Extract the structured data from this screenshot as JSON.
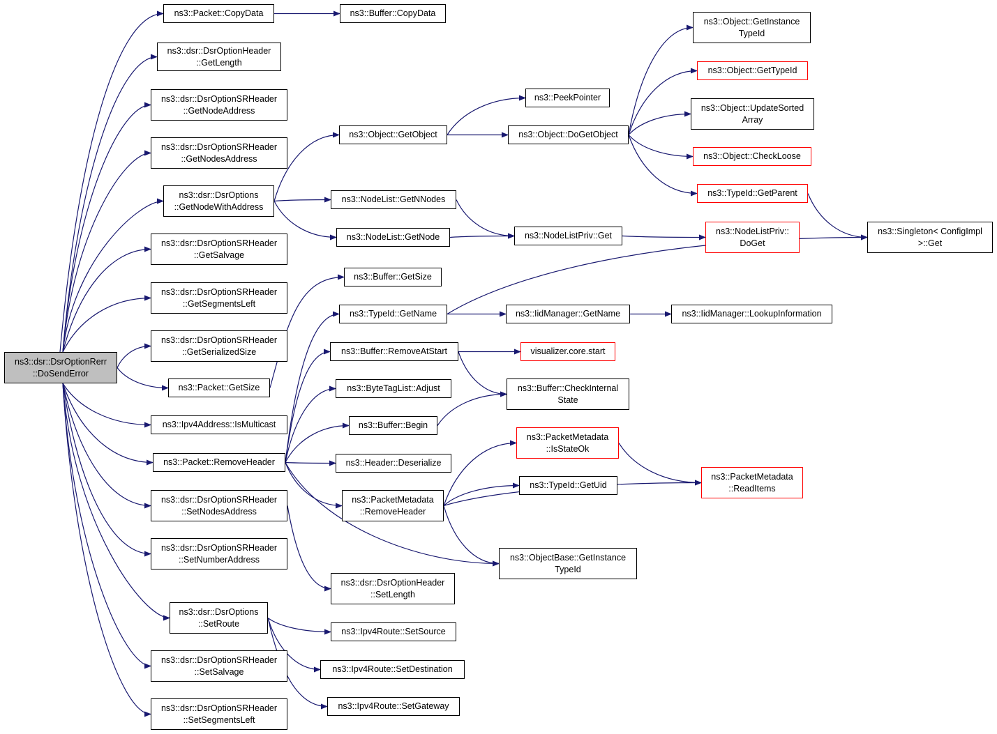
{
  "diagram": {
    "colors": {
      "edge": "#191970",
      "node_border": "#000000",
      "truncated_border": "#ff0000",
      "root_fill": "#bfbfbf"
    },
    "nodes": [
      {
        "id": "root",
        "lines": [
          "ns3::dsr::DsrOptionRerr",
          "::DoSendError"
        ],
        "style": "root"
      },
      {
        "id": "pkt_copydata",
        "lines": [
          "ns3::Packet::CopyData"
        ],
        "style": "normal"
      },
      {
        "id": "buf_copydata",
        "lines": [
          "ns3::Buffer::CopyData"
        ],
        "style": "normal"
      },
      {
        "id": "opt_getlength",
        "lines": [
          "ns3::dsr::DsrOptionHeader",
          "::GetLength"
        ],
        "style": "normal"
      },
      {
        "id": "sr_getnodeaddress",
        "lines": [
          "ns3::dsr::DsrOptionSRHeader",
          "::GetNodeAddress"
        ],
        "style": "normal"
      },
      {
        "id": "sr_getnodesaddress",
        "lines": [
          "ns3::dsr::DsrOptionSRHeader",
          "::GetNodesAddress"
        ],
        "style": "normal"
      },
      {
        "id": "opts_getnodewithaddress",
        "lines": [
          "ns3::dsr::DsrOptions",
          "::GetNodeWithAddress"
        ],
        "style": "normal"
      },
      {
        "id": "sr_getsalvage",
        "lines": [
          "ns3::dsr::DsrOptionSRHeader",
          "::GetSalvage"
        ],
        "style": "normal"
      },
      {
        "id": "sr_getsegmentsleft",
        "lines": [
          "ns3::dsr::DsrOptionSRHeader",
          "::GetSegmentsLeft"
        ],
        "style": "normal"
      },
      {
        "id": "sr_getserializedsize",
        "lines": [
          "ns3::dsr::DsrOptionSRHeader",
          "::GetSerializedSize"
        ],
        "style": "normal"
      },
      {
        "id": "pkt_getsize",
        "lines": [
          "ns3::Packet::GetSize"
        ],
        "style": "normal"
      },
      {
        "id": "ipv4_ismulticast",
        "lines": [
          "ns3::Ipv4Address::IsMulticast"
        ],
        "style": "normal"
      },
      {
        "id": "pkt_removeheader",
        "lines": [
          "ns3::Packet::RemoveHeader"
        ],
        "style": "normal"
      },
      {
        "id": "sr_setnodesaddress",
        "lines": [
          "ns3::dsr::DsrOptionSRHeader",
          "::SetNodesAddress"
        ],
        "style": "normal"
      },
      {
        "id": "sr_setnumberaddress",
        "lines": [
          "ns3::dsr::DsrOptionSRHeader",
          "::SetNumberAddress"
        ],
        "style": "normal"
      },
      {
        "id": "opts_setroute",
        "lines": [
          "ns3::dsr::DsrOptions",
          "::SetRoute"
        ],
        "style": "normal"
      },
      {
        "id": "sr_setsalvage",
        "lines": [
          "ns3::dsr::DsrOptionSRHeader",
          "::SetSalvage"
        ],
        "style": "normal"
      },
      {
        "id": "sr_setsegmentsleft",
        "lines": [
          "ns3::dsr::DsrOptionSRHeader",
          "::SetSegmentsLeft"
        ],
        "style": "normal"
      },
      {
        "id": "obj_getobject",
        "lines": [
          "ns3::Object::GetObject"
        ],
        "style": "normal"
      },
      {
        "id": "peekpointer",
        "lines": [
          "ns3::PeekPointer"
        ],
        "style": "normal"
      },
      {
        "id": "obj_dogetobject",
        "lines": [
          "ns3::Object::DoGetObject"
        ],
        "style": "normal"
      },
      {
        "id": "obj_getinstancetypeid",
        "lines": [
          "ns3::Object::GetInstance",
          "TypeId"
        ],
        "style": "normal"
      },
      {
        "id": "obj_gettypeid",
        "lines": [
          "ns3::Object::GetTypeId"
        ],
        "style": "truncated"
      },
      {
        "id": "obj_updatesortedarray",
        "lines": [
          "ns3::Object::UpdateSorted",
          "Array"
        ],
        "style": "normal"
      },
      {
        "id": "obj_checkloose",
        "lines": [
          "ns3::Object::CheckLoose"
        ],
        "style": "truncated"
      },
      {
        "id": "typeid_getparent",
        "lines": [
          "ns3::TypeId::GetParent"
        ],
        "style": "truncated"
      },
      {
        "id": "singleton_get",
        "lines": [
          "ns3::Singleton< ConfigImpl",
          ">::Get"
        ],
        "style": "normal"
      },
      {
        "id": "nodelist_getnnodes",
        "lines": [
          "ns3::NodeList::GetNNodes"
        ],
        "style": "normal"
      },
      {
        "id": "nodelist_getnode",
        "lines": [
          "ns3::NodeList::GetNode"
        ],
        "style": "normal"
      },
      {
        "id": "nodelistpriv_get",
        "lines": [
          "ns3::NodeListPriv::Get"
        ],
        "style": "normal"
      },
      {
        "id": "nodelistpriv_doget",
        "lines": [
          "ns3::NodeListPriv::",
          "DoGet"
        ],
        "style": "truncated"
      },
      {
        "id": "buf_getsize",
        "lines": [
          "ns3::Buffer::GetSize"
        ],
        "style": "normal"
      },
      {
        "id": "typeid_getname",
        "lines": [
          "ns3::TypeId::GetName"
        ],
        "style": "normal"
      },
      {
        "id": "iidmanager_getname",
        "lines": [
          "ns3::IidManager::GetName"
        ],
        "style": "normal"
      },
      {
        "id": "iidmanager_lookupinformation",
        "lines": [
          "ns3::IidManager::LookupInformation"
        ],
        "style": "normal"
      },
      {
        "id": "buf_removeatstart",
        "lines": [
          "ns3::Buffer::RemoveAtStart"
        ],
        "style": "normal"
      },
      {
        "id": "visualizer_start",
        "lines": [
          "visualizer.core.start"
        ],
        "style": "truncated"
      },
      {
        "id": "bytetaglist_adjust",
        "lines": [
          "ns3::ByteTagList::Adjust"
        ],
        "style": "normal"
      },
      {
        "id": "buf_checkinternalstate",
        "lines": [
          "ns3::Buffer::CheckInternal",
          "State"
        ],
        "style": "normal"
      },
      {
        "id": "buf_begin",
        "lines": [
          "ns3::Buffer::Begin"
        ],
        "style": "normal"
      },
      {
        "id": "pm_isstateok",
        "lines": [
          "ns3::PacketMetadata",
          "::IsStateOk"
        ],
        "style": "truncated"
      },
      {
        "id": "header_deserialize",
        "lines": [
          "ns3::Header::Deserialize"
        ],
        "style": "normal"
      },
      {
        "id": "typeid_getuid",
        "lines": [
          "ns3::TypeId::GetUid"
        ],
        "style": "normal"
      },
      {
        "id": "pm_readitems",
        "lines": [
          "ns3::PacketMetadata",
          "::ReadItems"
        ],
        "style": "truncated"
      },
      {
        "id": "pm_removeheader",
        "lines": [
          "ns3::PacketMetadata",
          "::RemoveHeader"
        ],
        "style": "normal"
      },
      {
        "id": "objbase_getinstancetypeid",
        "lines": [
          "ns3::ObjectBase::GetInstance",
          "TypeId"
        ],
        "style": "normal"
      },
      {
        "id": "opt_setlength",
        "lines": [
          "ns3::dsr::DsrOptionHeader",
          "::SetLength"
        ],
        "style": "normal"
      },
      {
        "id": "ipv4route_setsource",
        "lines": [
          "ns3::Ipv4Route::SetSource"
        ],
        "style": "normal"
      },
      {
        "id": "ipv4route_setdestination",
        "lines": [
          "ns3::Ipv4Route::SetDestination"
        ],
        "style": "normal"
      },
      {
        "id": "ipv4route_setgateway",
        "lines": [
          "ns3::Ipv4Route::SetGateway"
        ],
        "style": "normal"
      }
    ],
    "edges": [
      [
        "root",
        "pkt_copydata"
      ],
      [
        "root",
        "opt_getlength"
      ],
      [
        "root",
        "sr_getnodeaddress"
      ],
      [
        "root",
        "sr_getnodesaddress"
      ],
      [
        "root",
        "opts_getnodewithaddress"
      ],
      [
        "root",
        "sr_getsalvage"
      ],
      [
        "root",
        "sr_getsegmentsleft"
      ],
      [
        "root",
        "sr_getserializedsize"
      ],
      [
        "root",
        "pkt_getsize"
      ],
      [
        "root",
        "ipv4_ismulticast"
      ],
      [
        "root",
        "pkt_removeheader"
      ],
      [
        "root",
        "sr_setnodesaddress"
      ],
      [
        "root",
        "sr_setnumberaddress"
      ],
      [
        "root",
        "opts_setroute"
      ],
      [
        "root",
        "sr_setsalvage"
      ],
      [
        "root",
        "sr_setsegmentsleft"
      ],
      [
        "pkt_copydata",
        "buf_copydata"
      ],
      [
        "opts_getnodewithaddress",
        "obj_getobject"
      ],
      [
        "opts_getnodewithaddress",
        "nodelist_getnnodes"
      ],
      [
        "opts_getnodewithaddress",
        "nodelist_getnode"
      ],
      [
        "obj_getobject",
        "peekpointer"
      ],
      [
        "obj_getobject",
        "obj_dogetobject"
      ],
      [
        "obj_dogetobject",
        "obj_getinstancetypeid"
      ],
      [
        "obj_dogetobject",
        "obj_gettypeid"
      ],
      [
        "obj_dogetobject",
        "obj_updatesortedarray"
      ],
      [
        "obj_dogetobject",
        "obj_checkloose"
      ],
      [
        "obj_dogetobject",
        "typeid_getparent"
      ],
      [
        "typeid_getparent",
        "singleton_get"
      ],
      [
        "nodelist_getnnodes",
        "nodelistpriv_get"
      ],
      [
        "nodelist_getnode",
        "nodelistpriv_get"
      ],
      [
        "nodelistpriv_get",
        "nodelistpriv_doget"
      ],
      [
        "pkt_getsize",
        "buf_getsize"
      ],
      [
        "typeid_getname",
        "singleton_get"
      ],
      [
        "typeid_getname",
        "iidmanager_getname"
      ],
      [
        "iidmanager_getname",
        "iidmanager_lookupinformation"
      ],
      [
        "pkt_removeheader",
        "typeid_getname"
      ],
      [
        "pkt_removeheader",
        "buf_removeatstart"
      ],
      [
        "pkt_removeheader",
        "bytetaglist_adjust"
      ],
      [
        "pkt_removeheader",
        "buf_begin"
      ],
      [
        "pkt_removeheader",
        "header_deserialize"
      ],
      [
        "pkt_removeheader",
        "pm_removeheader"
      ],
      [
        "pkt_removeheader",
        "objbase_getinstancetypeid"
      ],
      [
        "buf_removeatstart",
        "visualizer_start"
      ],
      [
        "buf_removeatstart",
        "buf_checkinternalstate"
      ],
      [
        "buf_begin",
        "buf_checkinternalstate"
      ],
      [
        "pm_removeheader",
        "pm_isstateok"
      ],
      [
        "pm_removeheader",
        "typeid_getuid"
      ],
      [
        "pm_removeheader",
        "pm_readitems"
      ],
      [
        "pm_removeheader",
        "objbase_getinstancetypeid"
      ],
      [
        "pm_isstateok",
        "pm_readitems"
      ],
      [
        "sr_setnodesaddress",
        "opt_setlength"
      ],
      [
        "opts_setroute",
        "ipv4route_setsource"
      ],
      [
        "opts_setroute",
        "ipv4route_setdestination"
      ],
      [
        "opts_setroute",
        "ipv4route_setgateway"
      ]
    ]
  }
}
